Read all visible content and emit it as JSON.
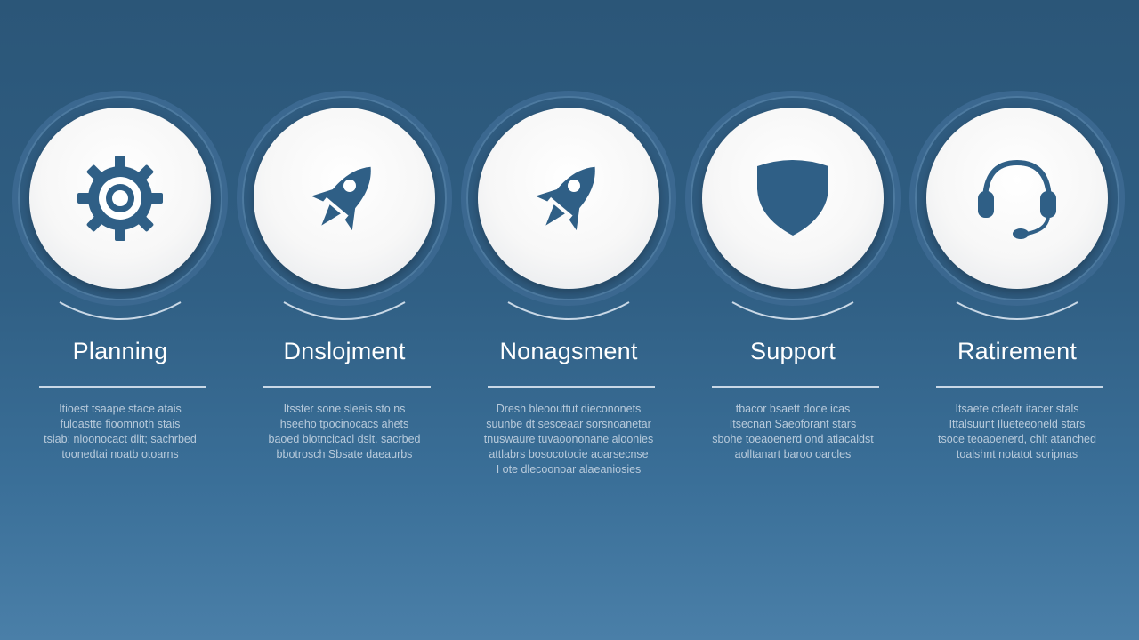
{
  "stages": [
    {
      "title": "Planning",
      "icon": "gear-icon",
      "lines": [
        "Itioest tsaape stace atais",
        "fuloastte fioomnoth stais",
        "tsiab; nloonocact dlit; sachrbed",
        "toonedtai noatb otoarns"
      ]
    },
    {
      "title": "Dnslojment",
      "icon": "rocket-icon",
      "lines": [
        "Itsster sone sleeis sto ns",
        "hseeho tpocinocacs ahets",
        "baoed blotncicacl dslt. sacrbed",
        "bbotrosch Sbsate daeaurbs"
      ]
    },
    {
      "title": "Nonagsment",
      "icon": "rocket-icon",
      "lines": [
        "Dresh bleoouttut diecononets",
        "suunbe dt sesceaar sorsnoanetar",
        "tnuswaure tuvaoononane aloonies",
        "attlabrs bosocotocie aoarsecnse",
        "I ote dlecoonoar alaeaniosies"
      ]
    },
    {
      "title": "Support",
      "icon": "shield-icon",
      "lines": [
        "tbacor bsaett doce icas",
        "Itsecnan Saeoforant stars",
        "sbohe toeaoenerd ond atiacaldst",
        "aolltanart baroo oarcles"
      ]
    },
    {
      "title": "Ratirement",
      "icon": "headset-icon",
      "lines": [
        "Itsaete cdeatr itacer stals",
        "Ittalsuunt Ilueteeoneld stars",
        "tsoce teoaoenerd, chlt atanched",
        "toalshnt notatot soripnas"
      ]
    }
  ],
  "colors": {
    "background": "#2b5678",
    "icon": "#2f5f86",
    "title": "#ffffff",
    "text": "#b8cadb"
  }
}
